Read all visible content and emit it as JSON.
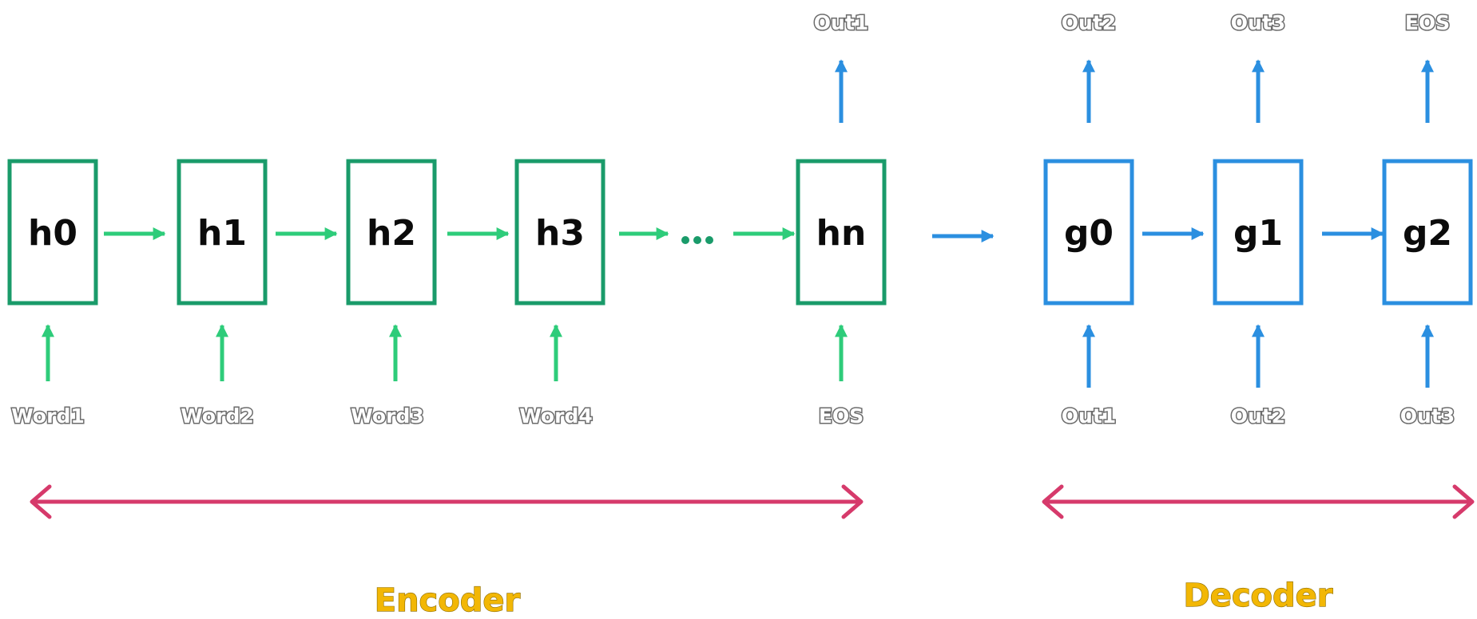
{
  "colors": {
    "encoder": "#1a9b6a",
    "encoder_arrow": "#2ecc7a",
    "decoder": "#2b8fe0",
    "span": "#d63a6b",
    "section_text": "#f2b705"
  },
  "encoder": {
    "cells": [
      "h0",
      "h1",
      "h2",
      "h3",
      "hn"
    ],
    "inputs": [
      "Word1",
      "Word2",
      "Word3",
      "Word4",
      "EOS"
    ],
    "output": "Out1",
    "ellipsis": "...",
    "label": "Encoder"
  },
  "decoder": {
    "cells": [
      "g0",
      "g1",
      "g2"
    ],
    "inputs": [
      "Out1",
      "Out2",
      "Out3"
    ],
    "outputs": [
      "Out2",
      "Out3",
      "EOS"
    ],
    "label": "Decoder"
  }
}
